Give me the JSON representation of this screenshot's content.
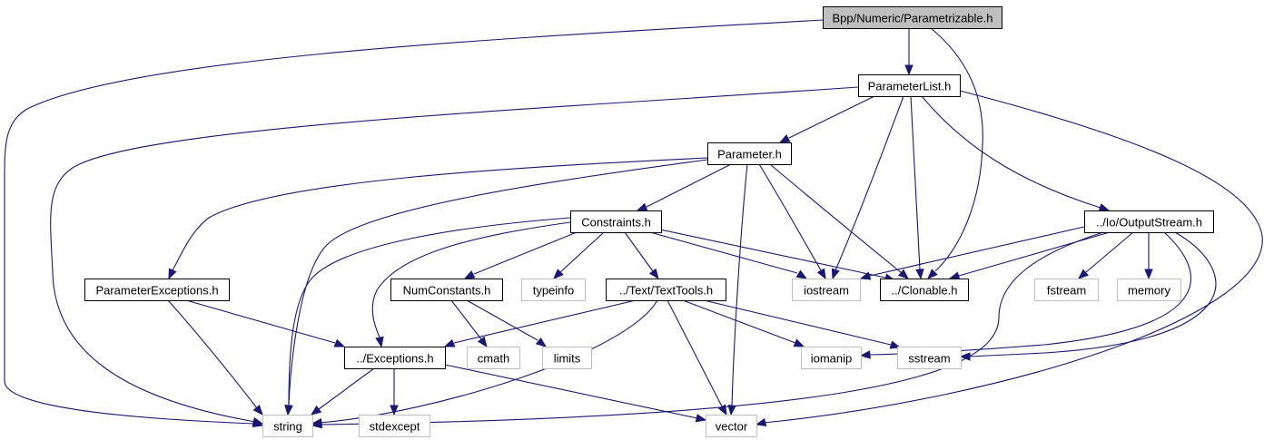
{
  "diagram": {
    "type": "include-dependency-graph",
    "colors": {
      "edge": "#191970",
      "root_fill": "#bfbfbf",
      "local_border": "#000000",
      "system_border": "#bfbfbf"
    },
    "nodes": [
      {
        "id": "root",
        "label": "Bpp/Numeric/Parametrizable.h",
        "kind": "root"
      },
      {
        "id": "paramlist",
        "label": "ParameterList.h",
        "kind": "local"
      },
      {
        "id": "param",
        "label": "Parameter.h",
        "kind": "local"
      },
      {
        "id": "constraints",
        "label": "Constraints.h",
        "kind": "local"
      },
      {
        "id": "outputstream",
        "label": "../Io/OutputStream.h",
        "kind": "local"
      },
      {
        "id": "paramexc",
        "label": "ParameterExceptions.h",
        "kind": "local"
      },
      {
        "id": "numconst",
        "label": "NumConstants.h",
        "kind": "local"
      },
      {
        "id": "typeinfo",
        "label": "typeinfo",
        "kind": "system"
      },
      {
        "id": "texttools",
        "label": "../Text/TextTools.h",
        "kind": "local"
      },
      {
        "id": "iostream",
        "label": "iostream",
        "kind": "system"
      },
      {
        "id": "clonable",
        "label": "../Clonable.h",
        "kind": "local"
      },
      {
        "id": "fstream",
        "label": "fstream",
        "kind": "system"
      },
      {
        "id": "memory",
        "label": "memory",
        "kind": "system"
      },
      {
        "id": "exceptions",
        "label": "../Exceptions.h",
        "kind": "local"
      },
      {
        "id": "cmath",
        "label": "cmath",
        "kind": "system"
      },
      {
        "id": "limits",
        "label": "limits",
        "kind": "system"
      },
      {
        "id": "iomanip",
        "label": "iomanip",
        "kind": "system"
      },
      {
        "id": "sstream",
        "label": "sstream",
        "kind": "system"
      },
      {
        "id": "string",
        "label": "string",
        "kind": "system"
      },
      {
        "id": "stdexcept",
        "label": "stdexcept",
        "kind": "system"
      },
      {
        "id": "vector",
        "label": "vector",
        "kind": "system"
      }
    ],
    "edges": [
      {
        "from": "root",
        "to": "string"
      },
      {
        "from": "root",
        "to": "paramlist"
      },
      {
        "from": "root",
        "to": "clonable"
      },
      {
        "from": "paramlist",
        "to": "string"
      },
      {
        "from": "paramlist",
        "to": "param"
      },
      {
        "from": "paramlist",
        "to": "iostream"
      },
      {
        "from": "paramlist",
        "to": "clonable"
      },
      {
        "from": "paramlist",
        "to": "outputstream"
      },
      {
        "from": "paramlist",
        "to": "vector"
      },
      {
        "from": "param",
        "to": "paramexc"
      },
      {
        "from": "param",
        "to": "string"
      },
      {
        "from": "param",
        "to": "constraints"
      },
      {
        "from": "param",
        "to": "vector"
      },
      {
        "from": "param",
        "to": "iostream"
      },
      {
        "from": "param",
        "to": "clonable"
      },
      {
        "from": "constraints",
        "to": "string"
      },
      {
        "from": "constraints",
        "to": "exceptions"
      },
      {
        "from": "constraints",
        "to": "numconst"
      },
      {
        "from": "constraints",
        "to": "typeinfo"
      },
      {
        "from": "constraints",
        "to": "texttools"
      },
      {
        "from": "constraints",
        "to": "iostream"
      },
      {
        "from": "constraints",
        "to": "clonable"
      },
      {
        "from": "outputstream",
        "to": "iostream"
      },
      {
        "from": "outputstream",
        "to": "clonable"
      },
      {
        "from": "outputstream",
        "to": "fstream"
      },
      {
        "from": "outputstream",
        "to": "memory"
      },
      {
        "from": "outputstream",
        "to": "string"
      },
      {
        "from": "outputstream",
        "to": "iomanip"
      },
      {
        "from": "outputstream",
        "to": "sstream"
      },
      {
        "from": "paramexc",
        "to": "exceptions"
      },
      {
        "from": "paramexc",
        "to": "string"
      },
      {
        "from": "numconst",
        "to": "cmath"
      },
      {
        "from": "numconst",
        "to": "limits"
      },
      {
        "from": "texttools",
        "to": "exceptions"
      },
      {
        "from": "texttools",
        "to": "string"
      },
      {
        "from": "texttools",
        "to": "vector"
      },
      {
        "from": "texttools",
        "to": "iomanip"
      },
      {
        "from": "texttools",
        "to": "sstream"
      },
      {
        "from": "exceptions",
        "to": "string"
      },
      {
        "from": "exceptions",
        "to": "stdexcept"
      },
      {
        "from": "exceptions",
        "to": "vector"
      }
    ]
  }
}
